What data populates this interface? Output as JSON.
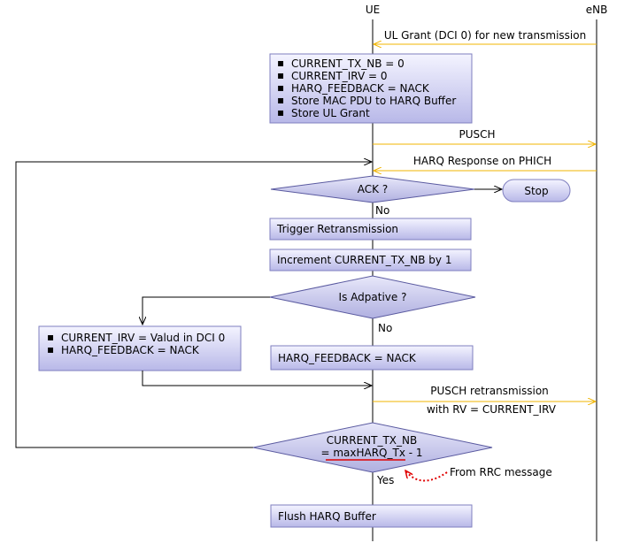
{
  "lifelines": {
    "ue": "UE",
    "enb": "eNB"
  },
  "messages": {
    "ul_grant": "UL Grant (DCI 0) for new transmission",
    "pusch": "PUSCH",
    "harq_response": "HARQ Response on PHICH",
    "pusch_retx_line1": "PUSCH retransmission",
    "pusch_retx_line2": "with RV = CURRENT_IRV"
  },
  "init_box": {
    "items": [
      "CURRENT_TX_NB = 0",
      "CURRENT_IRV = 0",
      "HARQ_FEEDBACK = NACK",
      "Store MAC PDU to HARQ Buffer",
      "Store UL Grant"
    ]
  },
  "decisions": {
    "ack": "ACK ?",
    "adaptive": "Is Adpative ?",
    "max_line1": "CURRENT_TX_NB",
    "max_line2": "= maxHARQ_Tx - 1"
  },
  "labels": {
    "no": "No",
    "yes": "Yes",
    "from_rrc": "From RRC message"
  },
  "terminals": {
    "stop": "Stop"
  },
  "boxes": {
    "trigger": "Trigger Retransmission",
    "increment": "Increment CURRENT_TX_NB by 1",
    "harq_nack": "HARQ_FEEDBACK = NACK",
    "flush": "Flush HARQ Buffer"
  },
  "adaptive_box": {
    "items": [
      "CURRENT_IRV = Valud in DCI 0",
      "HARQ_FEEDBACK = NACK"
    ]
  },
  "colors": {
    "message_arrow": "#f0b400",
    "box_fill_top": "#f4f4ff",
    "box_fill_bottom": "#b8b8e8",
    "annotation": "#e00000"
  },
  "bullet_glyph": "▪"
}
